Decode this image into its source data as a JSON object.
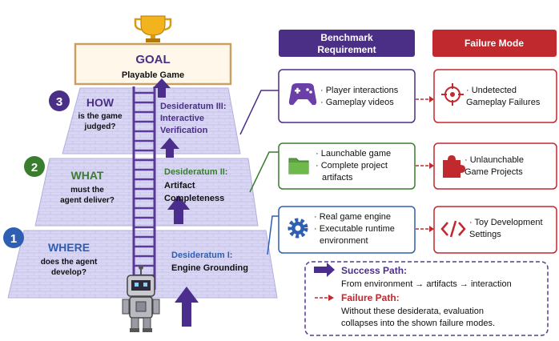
{
  "goal": {
    "title": "GOAL",
    "subtitle": "Playable Game"
  },
  "tiers": [
    {
      "number": "3",
      "question_head": "HOW",
      "question_lines": [
        "is the game",
        "judged?"
      ],
      "desiderata_lines": [
        "Desideratum III:",
        "Interactive",
        "Verification"
      ]
    },
    {
      "number": "2",
      "question_head": "WHAT",
      "question_lines": [
        "must the",
        "agent deliver?"
      ],
      "desiderata_lines": [
        "Desideratum II:",
        "Artifact",
        "Completeness"
      ]
    },
    {
      "number": "1",
      "question_head": "WHERE",
      "question_lines": [
        "does the agent",
        "develop?"
      ],
      "desiderata_lines": [
        "Desideratum I:",
        "Engine Grounding"
      ]
    }
  ],
  "headers": {
    "requirement_lines": [
      "Benchmark",
      "Requirement"
    ],
    "failure": "Failure Mode"
  },
  "rows": [
    {
      "icon": "gamepad-icon",
      "requirement_lines": [
        "· Player interactions",
        "· Gameplay videos"
      ],
      "failure_icon": "crosshair-icon",
      "failure_lines": [
        "· Undetected",
        "Gameplay Failures"
      ]
    },
    {
      "icon": "folder-icon",
      "requirement_lines": [
        "· Launchable game",
        "· Complete project",
        "artifacts"
      ],
      "failure_icon": "puzzle-icon",
      "failure_lines": [
        "· Unlaunchable",
        "Game Projects"
      ]
    },
    {
      "icon": "gear-icon",
      "requirement_lines": [
        "· Real game engine",
        "· Executable runtime",
        "environment"
      ],
      "failure_icon": "code-icon",
      "failure_lines": [
        "· Toy Development",
        "Settings"
      ]
    }
  ],
  "legend": {
    "success_title": "Success Path:",
    "success_text": "From environment → artifacts → interaction",
    "failure_title": "Failure Path:",
    "failure_lines": [
      "Without these desiderata, evaluation",
      "collapses into the shown failure modes."
    ]
  },
  "colors": {
    "purple": "#4b2f86",
    "blue": "#2f5fb3",
    "green": "#3a7d2e",
    "red": "#c0292e",
    "pyramid": "#d8d6f2",
    "ladder": "#5a3a98",
    "arrow": "#4a2d8c"
  }
}
